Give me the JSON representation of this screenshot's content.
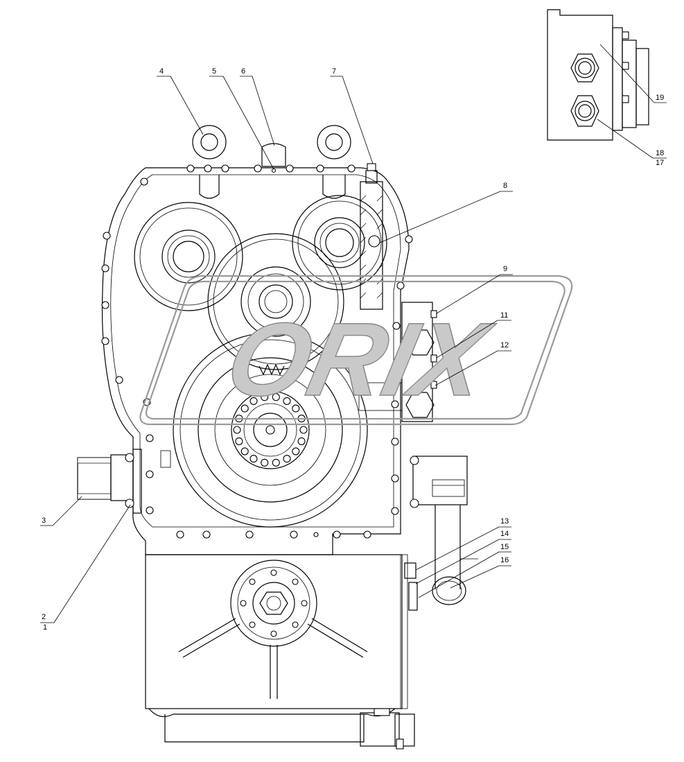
{
  "watermark": {
    "text": "ORIX"
  },
  "callouts": [
    {
      "id": "c1",
      "num": "1"
    },
    {
      "id": "c2",
      "num": "2"
    },
    {
      "id": "c3",
      "num": "3"
    },
    {
      "id": "c4",
      "num": "4"
    },
    {
      "id": "c5",
      "num": "5"
    },
    {
      "id": "c6",
      "num": "6"
    },
    {
      "id": "c7",
      "num": "7"
    },
    {
      "id": "c8",
      "num": "8"
    },
    {
      "id": "c9",
      "num": "9"
    },
    {
      "id": "c11",
      "num": "11"
    },
    {
      "id": "c12",
      "num": "12"
    },
    {
      "id": "c13",
      "num": "13"
    },
    {
      "id": "c14",
      "num": "14"
    },
    {
      "id": "c15",
      "num": "15"
    },
    {
      "id": "c16",
      "num": "16"
    },
    {
      "id": "c17",
      "num": "17"
    },
    {
      "id": "c18",
      "num": "18"
    },
    {
      "id": "c19",
      "num": "19"
    }
  ]
}
